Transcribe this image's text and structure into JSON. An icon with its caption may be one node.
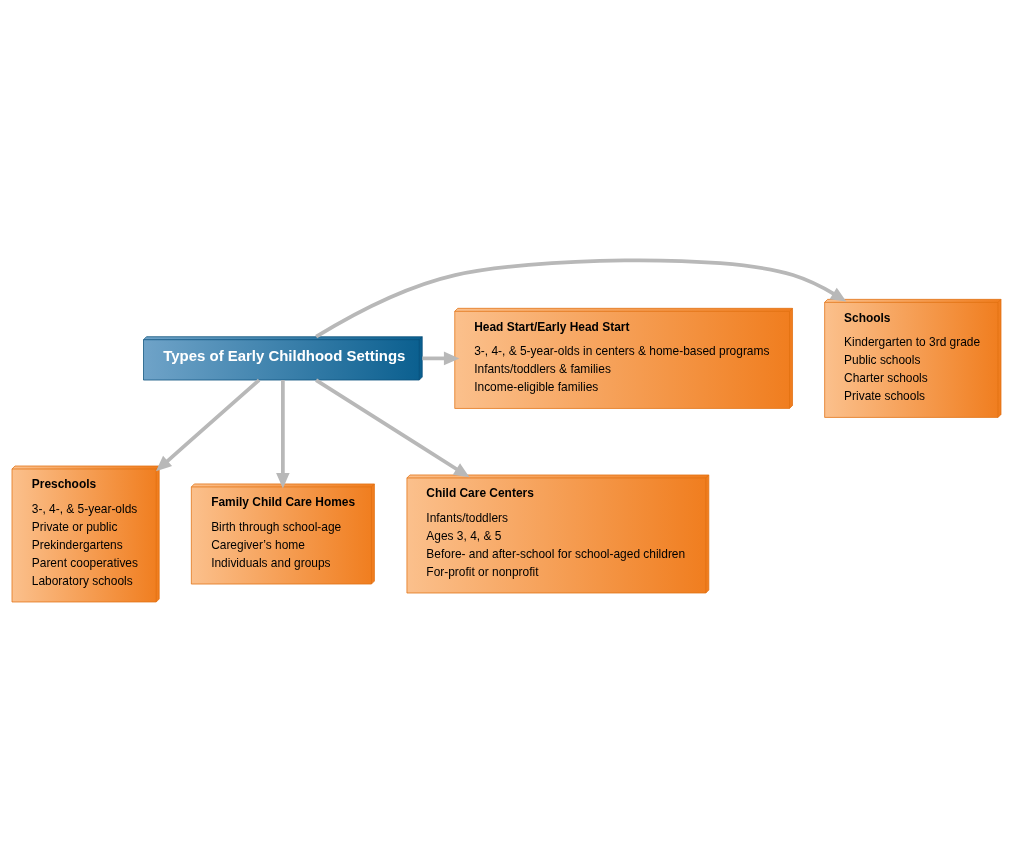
{
  "diagram": {
    "nodes": [
      {
        "text": [
          "Schools",
          "Kindergarten to 3rd grade",
          "Public schools",
          "Charter schools",
          "Private schools"
        ]
      },
      {
        "text": [
          "Head Start/Early Head Start",
          "3-, 4-, & 5-year-olds in centers & home-based programs",
          "Infants/toddlers & families",
          "Income-eligible families"
        ]
      },
      {
        "text": [
          "Types of Early Childhood Settings"
        ]
      },
      {
        "text": [
          "Preschools",
          "3-, 4-, & 5-year-olds",
          "Private or public",
          "Prekindergartens",
          "Parent cooperatives",
          "Laboratory schools"
        ]
      },
      {
        "text": [
          "Family Child Care Homes",
          "Birth through school-age",
          "Caregiver’s home",
          "Individuals and groups"
        ]
      },
      {
        "text": [
          "Child Care Centers",
          "Infants/toddlers",
          "Ages 3, 4, & 5",
          "Before- and after-school for school-aged children",
          "For-profit or nonprofit"
        ]
      }
    ],
    "edges": [
      {
        "from": 2,
        "to": 0,
        "arrow": "to"
      },
      {
        "from": 2,
        "to": 1,
        "arrow": "to"
      },
      {
        "from": 2,
        "to": 3,
        "arrow": "to"
      },
      {
        "from": 2,
        "to": 4,
        "arrow": "to"
      },
      {
        "from": 2,
        "to": 5,
        "arrow": "to"
      }
    ]
  }
}
